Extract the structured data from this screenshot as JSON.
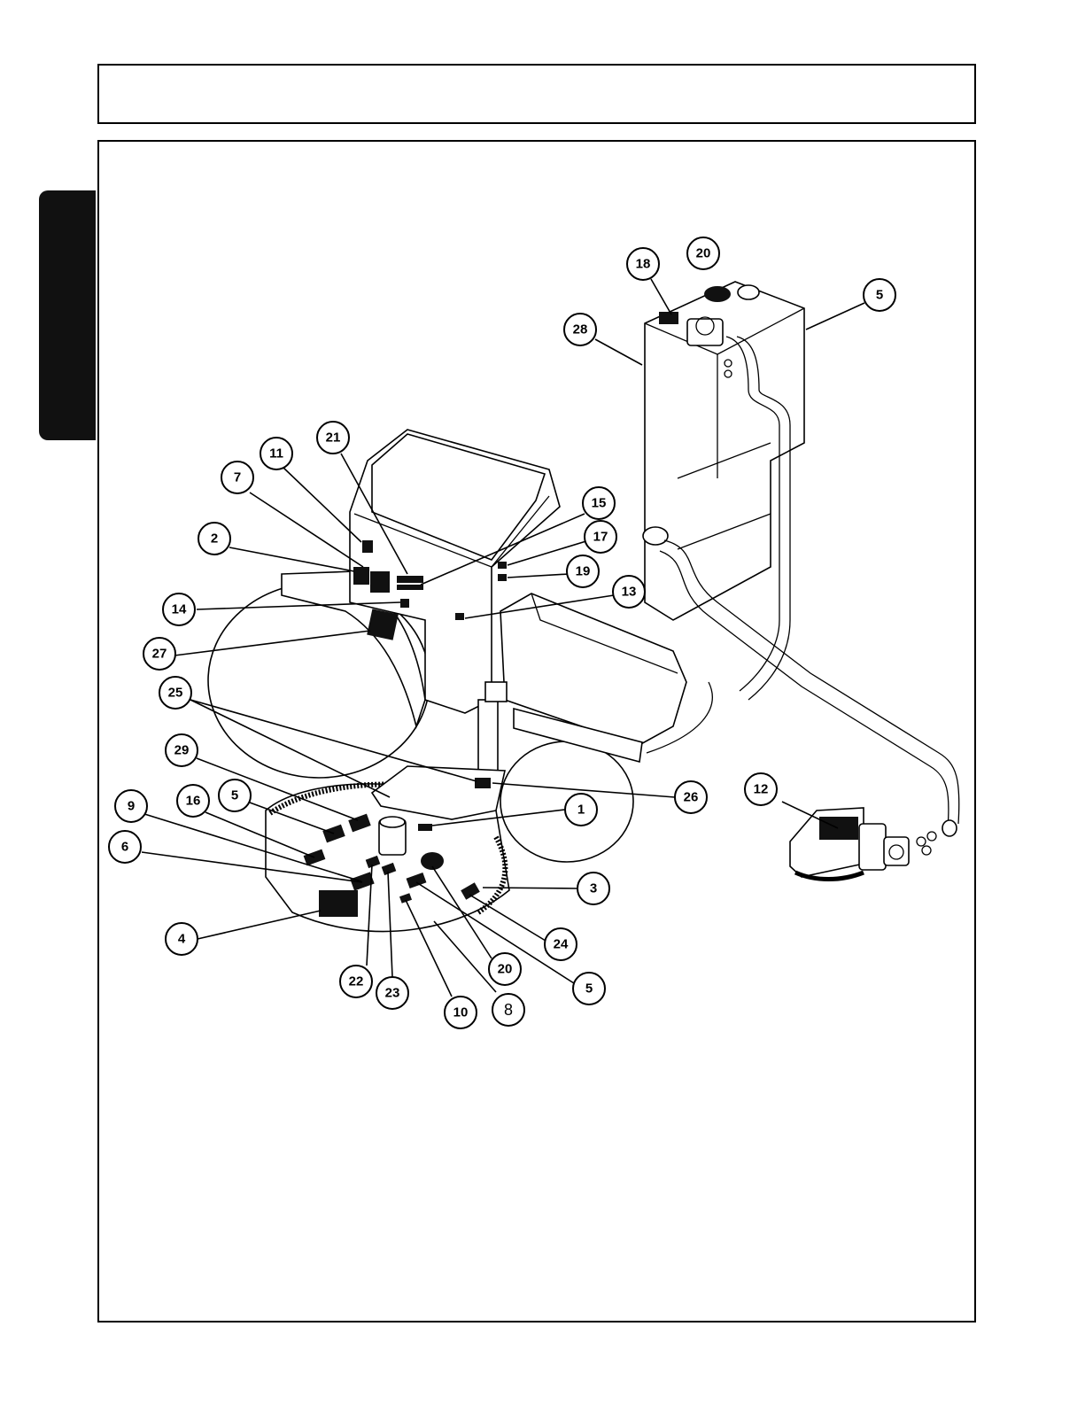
{
  "callouts": {
    "c18": "18",
    "c20a": "20",
    "c5a": "5",
    "c28": "28",
    "c11": "11",
    "c21": "21",
    "c7": "7",
    "c2": "2",
    "c15": "15",
    "c17": "17",
    "c19": "19",
    "c13": "13",
    "c14": "14",
    "c27": "27",
    "c25": "25",
    "c29": "29",
    "c26": "26",
    "c12": "12",
    "c9": "9",
    "c16": "16",
    "c5b": "5",
    "c6": "6",
    "c1": "1",
    "c3": "3",
    "c24": "24",
    "c4": "4",
    "c20b": "20",
    "c5c": "5",
    "c22": "22",
    "c23": "23",
    "c10": "10",
    "c8": "8"
  }
}
